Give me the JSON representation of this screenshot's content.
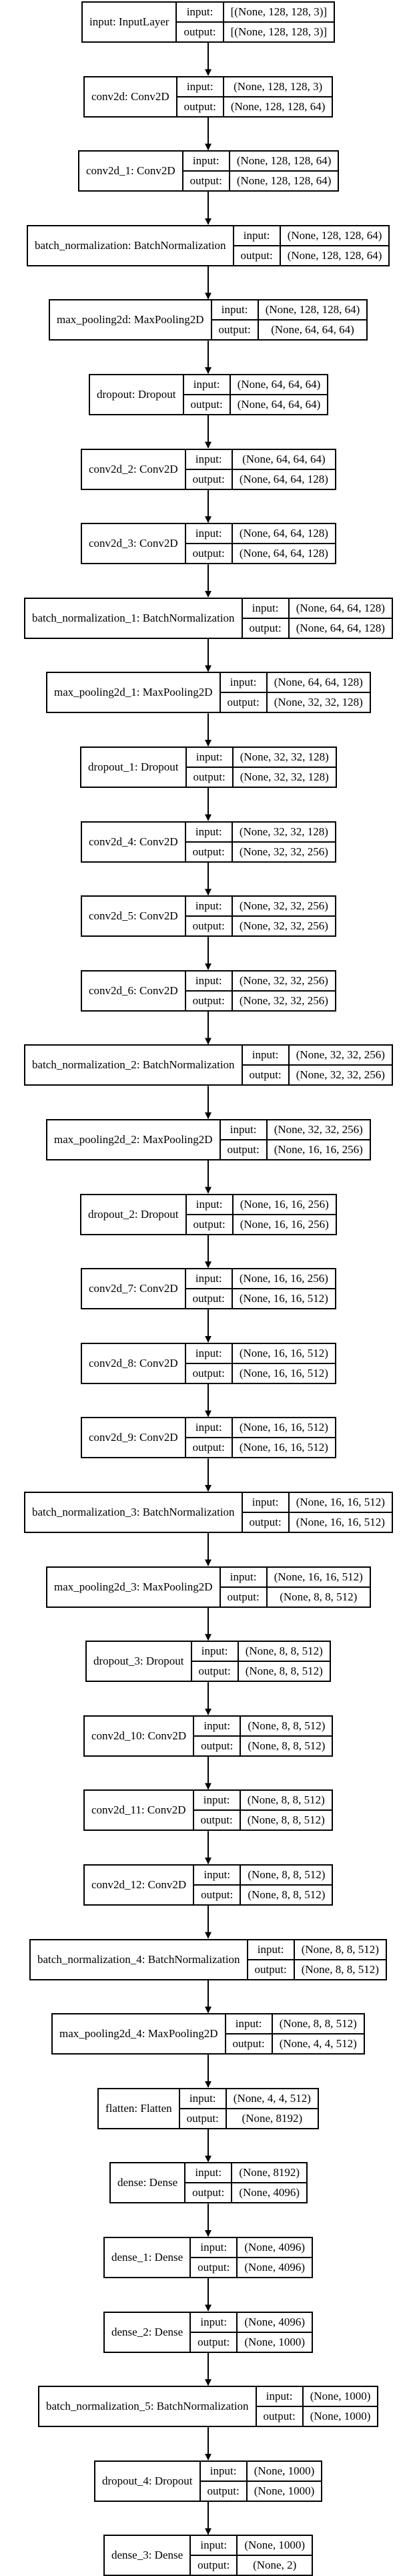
{
  "labels": {
    "input": "input:",
    "output": "output:"
  },
  "layers": [
    {
      "name": "input: InputLayer",
      "in": "[(None, 128, 128, 3)]",
      "out": "[(None, 128, 128, 3)]"
    },
    {
      "name": "conv2d: Conv2D",
      "in": "(None, 128, 128, 3)",
      "out": "(None, 128, 128, 64)"
    },
    {
      "name": "conv2d_1: Conv2D",
      "in": "(None, 128, 128, 64)",
      "out": "(None, 128, 128, 64)"
    },
    {
      "name": "batch_normalization: BatchNormalization",
      "in": "(None, 128, 128, 64)",
      "out": "(None, 128, 128, 64)"
    },
    {
      "name": "max_pooling2d: MaxPooling2D",
      "in": "(None, 128, 128, 64)",
      "out": "(None, 64, 64, 64)"
    },
    {
      "name": "dropout: Dropout",
      "in": "(None, 64, 64, 64)",
      "out": "(None, 64, 64, 64)"
    },
    {
      "name": "conv2d_2: Conv2D",
      "in": "(None, 64, 64, 64)",
      "out": "(None, 64, 64, 128)"
    },
    {
      "name": "conv2d_3: Conv2D",
      "in": "(None, 64, 64, 128)",
      "out": "(None, 64, 64, 128)"
    },
    {
      "name": "batch_normalization_1: BatchNormalization",
      "in": "(None, 64, 64, 128)",
      "out": "(None, 64, 64, 128)"
    },
    {
      "name": "max_pooling2d_1: MaxPooling2D",
      "in": "(None, 64, 64, 128)",
      "out": "(None, 32, 32, 128)"
    },
    {
      "name": "dropout_1: Dropout",
      "in": "(None, 32, 32, 128)",
      "out": "(None, 32, 32, 128)"
    },
    {
      "name": "conv2d_4: Conv2D",
      "in": "(None, 32, 32, 128)",
      "out": "(None, 32, 32, 256)"
    },
    {
      "name": "conv2d_5: Conv2D",
      "in": "(None, 32, 32, 256)",
      "out": "(None, 32, 32, 256)"
    },
    {
      "name": "conv2d_6: Conv2D",
      "in": "(None, 32, 32, 256)",
      "out": "(None, 32, 32, 256)"
    },
    {
      "name": "batch_normalization_2: BatchNormalization",
      "in": "(None, 32, 32, 256)",
      "out": "(None, 32, 32, 256)"
    },
    {
      "name": "max_pooling2d_2: MaxPooling2D",
      "in": "(None, 32, 32, 256)",
      "out": "(None, 16, 16, 256)"
    },
    {
      "name": "dropout_2: Dropout",
      "in": "(None, 16, 16, 256)",
      "out": "(None, 16, 16, 256)"
    },
    {
      "name": "conv2d_7: Conv2D",
      "in": "(None, 16, 16, 256)",
      "out": "(None, 16, 16, 512)"
    },
    {
      "name": "conv2d_8: Conv2D",
      "in": "(None, 16, 16, 512)",
      "out": "(None, 16, 16, 512)"
    },
    {
      "name": "conv2d_9: Conv2D",
      "in": "(None, 16, 16, 512)",
      "out": "(None, 16, 16, 512)"
    },
    {
      "name": "batch_normalization_3: BatchNormalization",
      "in": "(None, 16, 16, 512)",
      "out": "(None, 16, 16, 512)"
    },
    {
      "name": "max_pooling2d_3: MaxPooling2D",
      "in": "(None, 16, 16, 512)",
      "out": "(None, 8, 8, 512)"
    },
    {
      "name": "dropout_3: Dropout",
      "in": "(None, 8, 8, 512)",
      "out": "(None, 8, 8, 512)"
    },
    {
      "name": "conv2d_10: Conv2D",
      "in": "(None, 8, 8, 512)",
      "out": "(None, 8, 8, 512)"
    },
    {
      "name": "conv2d_11: Conv2D",
      "in": "(None, 8, 8, 512)",
      "out": "(None, 8, 8, 512)"
    },
    {
      "name": "conv2d_12: Conv2D",
      "in": "(None, 8, 8, 512)",
      "out": "(None, 8, 8, 512)"
    },
    {
      "name": "batch_normalization_4: BatchNormalization",
      "in": "(None, 8, 8, 512)",
      "out": "(None, 8, 8, 512)"
    },
    {
      "name": "max_pooling2d_4: MaxPooling2D",
      "in": "(None, 8, 8, 512)",
      "out": "(None, 4, 4, 512)"
    },
    {
      "name": "flatten: Flatten",
      "in": "(None, 4, 4, 512)",
      "out": "(None, 8192)"
    },
    {
      "name": "dense: Dense",
      "in": "(None, 8192)",
      "out": "(None, 4096)"
    },
    {
      "name": "dense_1: Dense",
      "in": "(None, 4096)",
      "out": "(None, 4096)"
    },
    {
      "name": "dense_2: Dense",
      "in": "(None, 4096)",
      "out": "(None, 1000)"
    },
    {
      "name": "batch_normalization_5: BatchNormalization",
      "in": "(None, 1000)",
      "out": "(None, 1000)"
    },
    {
      "name": "dropout_4: Dropout",
      "in": "(None, 1000)",
      "out": "(None, 1000)"
    },
    {
      "name": "dense_3: Dense",
      "in": "(None, 1000)",
      "out": "(None, 2)"
    }
  ]
}
